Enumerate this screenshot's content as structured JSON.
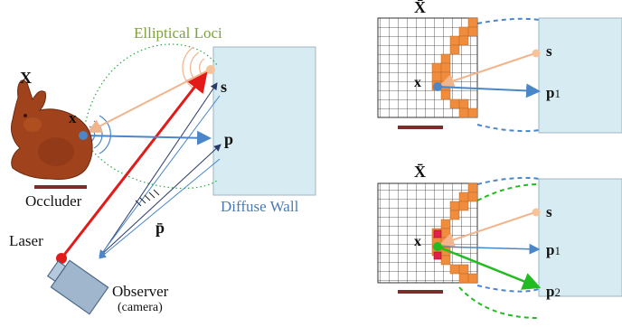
{
  "left": {
    "elliptical_loci": "Elliptical Loci",
    "x_big": "X",
    "x_small": "x",
    "s": "s",
    "p": "p",
    "occluder": "Occluder",
    "diffuse_wall": "Diffuse Wall",
    "laser": "Laser",
    "p_bar": "p̄",
    "observer": "Observer",
    "camera": "(camera)"
  },
  "top_right": {
    "x_bar": "X̄",
    "x": "x",
    "s": "s",
    "p1": "p",
    "p1_sub": "1"
  },
  "bottom_right": {
    "x_bar": "X̄",
    "x": "x",
    "s": "s",
    "p1": "p",
    "p1_sub": "1",
    "p2": "p",
    "p2_sub": "2"
  },
  "colors": {
    "wall": "#d6ebf2",
    "laser": "#e21a1a",
    "blue_ray": "#4a86c8",
    "peach_ray": "#f2b48a",
    "green": "#22bb22",
    "green_text": "#7da23a",
    "occupied_cell": "#f08c3c",
    "wall_label": "#4a7bb7",
    "bunny": "#a0431c"
  }
}
